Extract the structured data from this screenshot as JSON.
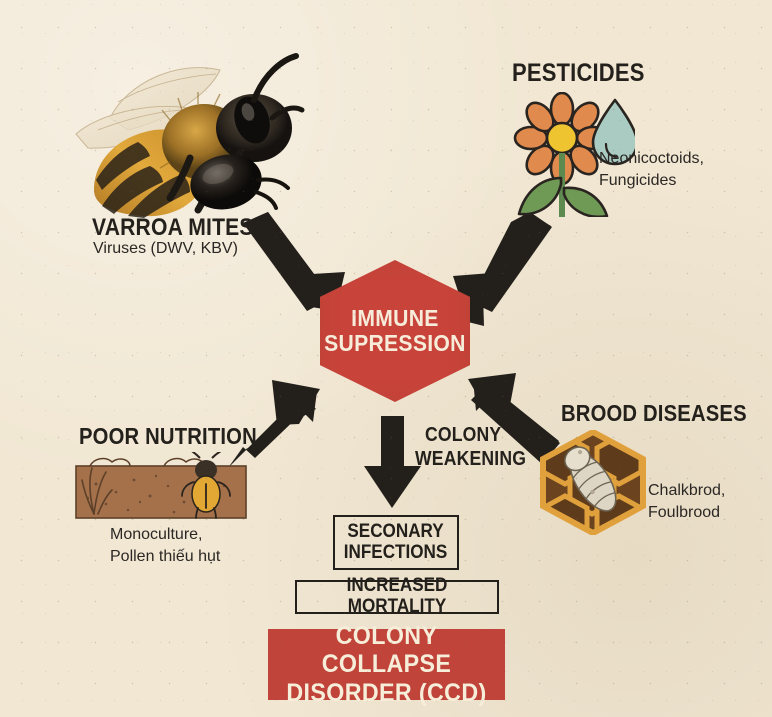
{
  "infographic": {
    "background_color": "#f1e7d3",
    "accent_red": "#c8443a",
    "ink": "#23201c"
  },
  "center": {
    "label_line1": "IMMUNE",
    "label_line2": "SUPRESSION",
    "shape": "hexagon",
    "color": "#c8443a"
  },
  "causes": [
    {
      "id": "varroa-mites",
      "title": "VARROA MITES",
      "subtitle": "Viruses (DWV, KBV)",
      "icon": "honeybee-photo-icon",
      "position": "top-left"
    },
    {
      "id": "pesticides",
      "title": "PESTICIDES",
      "subtitle_line1": "Neonicoctoids,",
      "subtitle_line2": "Fungicides",
      "icon": "flower-and-droplet-icon",
      "position": "top-right"
    },
    {
      "id": "poor-nutrition",
      "title": "POOR NUTRITION",
      "subtitle_line1": "Monoculture,",
      "subtitle_line2": "Pollen thiếu hụt",
      "icon": "barren-soil-bee-icon",
      "position": "bottom-left"
    },
    {
      "id": "brood-diseases",
      "title": "BROOD DISEASES",
      "subtitle_line1": "Chalkbrod,",
      "subtitle_line2": "Foulbrood",
      "icon": "honeycomb-larva-icon",
      "position": "bottom-right"
    }
  ],
  "flow": {
    "colony_weakening_line1": "COLONY",
    "colony_weakening_line2": "WEAKENING",
    "secondary_infections_line1": "SECONARY",
    "secondary_infections_line2": "INFECTIONS",
    "increased_mortality": "INCREASED MORTALITY"
  },
  "outcome": {
    "line1": "COLONY COLLAPSE",
    "line2": "DISORDER (CCD)",
    "color": "#c0443a"
  },
  "arrows": [
    {
      "id": "arrow-varroa-to-center",
      "direction": "down-right"
    },
    {
      "id": "arrow-pesticides-to-center",
      "direction": "down-left"
    },
    {
      "id": "arrow-nutrition-to-center",
      "direction": "up-right"
    },
    {
      "id": "arrow-brood-to-center",
      "direction": "up-left"
    },
    {
      "id": "arrow-center-to-secondary",
      "direction": "down"
    }
  ]
}
